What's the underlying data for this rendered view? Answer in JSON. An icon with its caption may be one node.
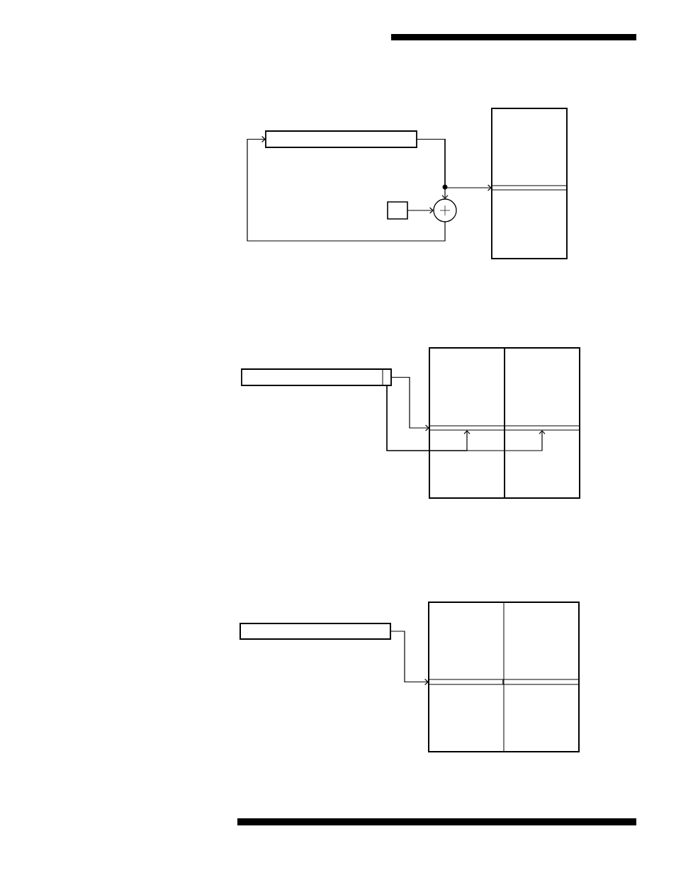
{
  "diagram": {
    "nodes": [
      {
        "text": [],
        "shape": "box"
      },
      {
        "text": [],
        "shape": "box"
      },
      {
        "text": [],
        "shape": "circle"
      },
      {
        "text": [],
        "shape": "box"
      },
      {
        "text": [],
        "shape": "box",
        "in": 3
      },
      {
        "text": [],
        "shape": "box"
      },
      {
        "text": [],
        "shape": "box",
        "in": 5
      },
      {
        "text": [],
        "shape": "box"
      },
      {
        "text": [],
        "shape": "box",
        "in": 7
      },
      {
        "text": [],
        "shape": "box",
        "in": 7
      },
      {
        "text": [],
        "shape": "box"
      },
      {
        "text": [],
        "shape": "box"
      },
      {
        "text": [],
        "shape": "box",
        "in": 11
      },
      {
        "text": [],
        "shape": "box",
        "in": 11
      }
    ],
    "edges": [
      {
        "from": 0,
        "to": 2,
        "arrow": "to"
      },
      {
        "from": 0,
        "to": 4,
        "arrow": "to"
      },
      {
        "from": 1,
        "to": 2,
        "arrow": "to"
      },
      {
        "from": 2,
        "to": 0,
        "arrow": "to"
      },
      {
        "from": 5,
        "to": 8,
        "arrow": "to"
      },
      {
        "from": 6,
        "to": 8,
        "arrow": "to"
      },
      {
        "from": 6,
        "to": 9,
        "arrow": "to"
      },
      {
        "from": 10,
        "to": 12,
        "arrow": "to"
      }
    ]
  }
}
